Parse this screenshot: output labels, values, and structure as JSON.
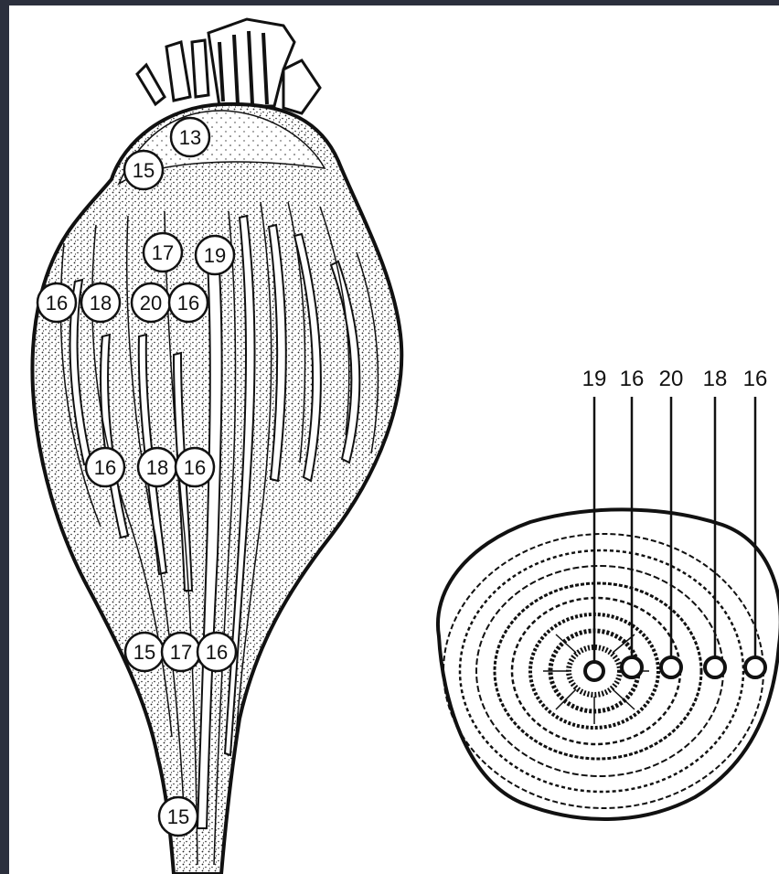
{
  "beet_labels": [
    "13",
    "15",
    "17",
    "19",
    "16",
    "18",
    "20",
    "16",
    "16",
    "18",
    "16",
    "15",
    "17",
    "16",
    "15"
  ],
  "section_labels": [
    "19",
    "16",
    "20",
    "18",
    "16"
  ]
}
